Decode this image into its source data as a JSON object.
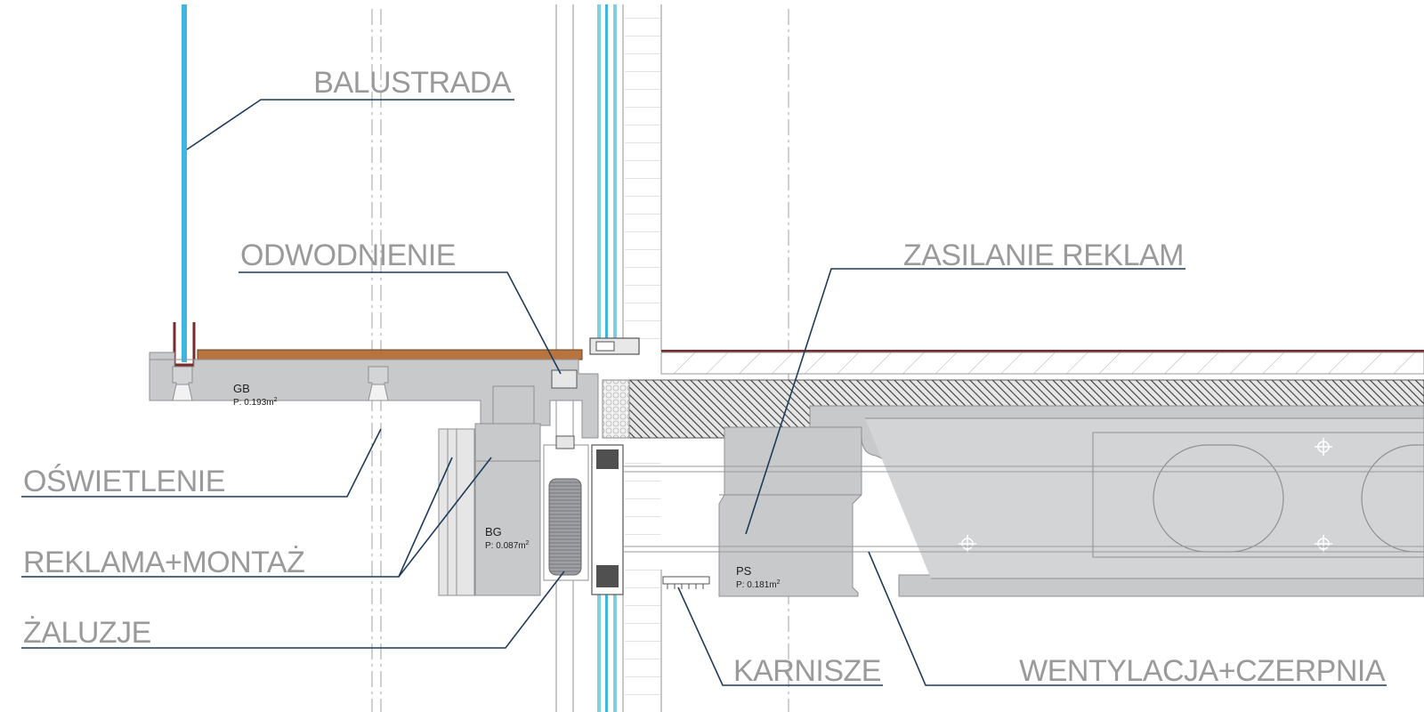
{
  "labels": {
    "balustrada": "BALUSTRADA",
    "odwodnienie": "ODWODNIENIE",
    "zasilanie_reklam": "ZASILANIE REKLAM",
    "oswietlenie": "OŚWIETLENIE",
    "reklama_montaz": "REKLAMA+MONTAŻ",
    "zaluzje": "ŻALUZJE",
    "karnisze": "KARNISZE",
    "wentylacja_czerpnia": "WENTYLACJA+CZERPNIA"
  },
  "sections": {
    "gb": {
      "name": "GB",
      "area_prefix": "P: 0.193m",
      "area_sup": "2"
    },
    "bg": {
      "name": "BG",
      "area_prefix": "P: 0.087m",
      "area_sup": "2"
    },
    "ps": {
      "name": "PS",
      "area_prefix": "P: 0.181m",
      "area_sup": "2"
    }
  },
  "colors": {
    "glass": "#3fb6e2",
    "glass_light": "#7fcfe0",
    "deck_wood": "#b8743e",
    "membrane": "#7a2a2a",
    "concrete": "#c8c9cb",
    "leader": "#1f3a5a",
    "label_text": "#9a9a9a"
  }
}
